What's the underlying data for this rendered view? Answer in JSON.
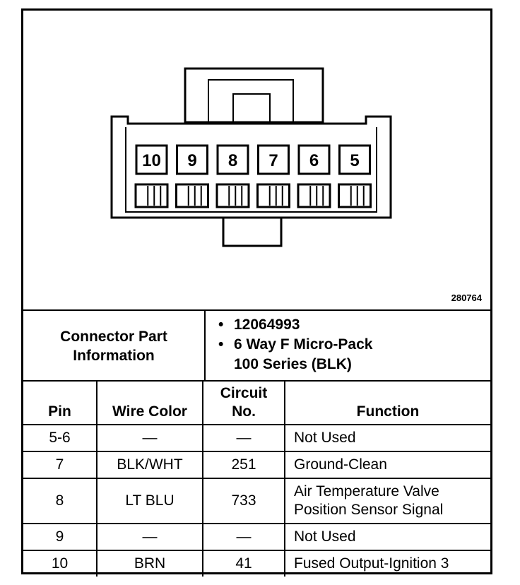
{
  "figure_number": "280764",
  "connector": {
    "pins_visible": [
      "10",
      "9",
      "8",
      "7",
      "6",
      "5"
    ]
  },
  "info": {
    "label_line1": "Connector Part",
    "label_line2": "Information",
    "part_number": "12064993",
    "description_line1": "6 Way F Micro-Pack",
    "description_line2": "100 Series (BLK)"
  },
  "table": {
    "headers": {
      "pin": "Pin",
      "wire_color": "Wire Color",
      "circuit_line1": "Circuit",
      "circuit_line2": "No.",
      "function": "Function"
    },
    "rows": [
      {
        "pin": "5-6",
        "wire": "—",
        "circuit": "—",
        "function": [
          "Not Used"
        ]
      },
      {
        "pin": "7",
        "wire": "BLK/WHT",
        "circuit": "251",
        "function": [
          "Ground-Clean"
        ]
      },
      {
        "pin": "8",
        "wire": "LT BLU",
        "circuit": "733",
        "function": [
          "Air Temperature Valve",
          "Position Sensor Signal"
        ]
      },
      {
        "pin": "9",
        "wire": "—",
        "circuit": "—",
        "function": [
          "Not Used"
        ]
      },
      {
        "pin": "10",
        "wire": "BRN",
        "circuit": "41",
        "function": [
          "Fused Output-Ignition 3"
        ]
      }
    ]
  }
}
